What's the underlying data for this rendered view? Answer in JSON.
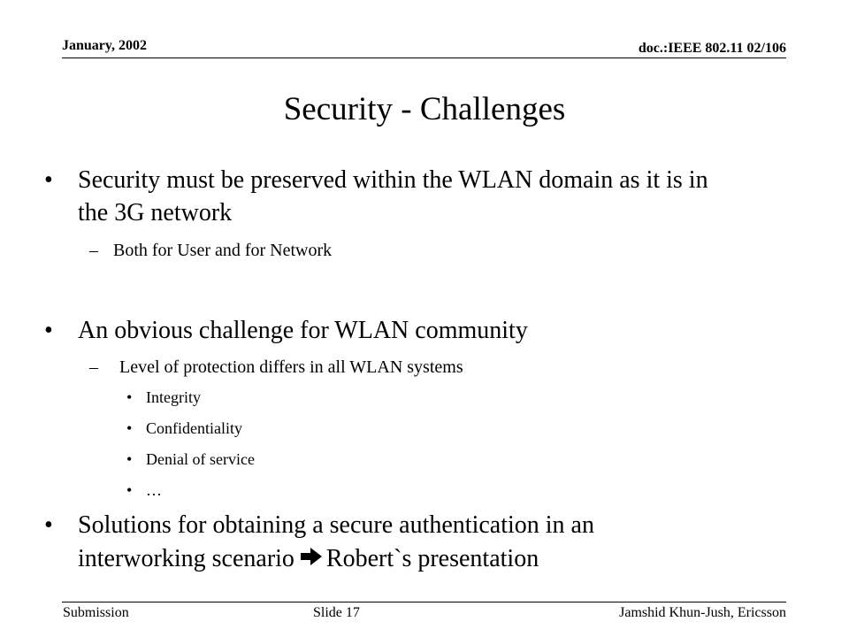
{
  "header": {
    "date": "January, 2002",
    "doc_id": "doc.:IEEE 802.11 02/106"
  },
  "title": "Security - Challenges",
  "body": {
    "b1": {
      "marker": "•",
      "line1": "Security must be preserved within the WLAN domain as it is in",
      "line2": "the 3G network",
      "sub1": {
        "marker": "–",
        "text": "Both for User and for Network"
      }
    },
    "b2": {
      "marker": "•",
      "text": "An obvious challenge for WLAN community",
      "sub1": {
        "marker": "–",
        "text": "Level of protection differs in all WLAN systems"
      },
      "items": [
        {
          "marker": "•",
          "text": "Integrity"
        },
        {
          "marker": "•",
          "text": "Confidentiality"
        },
        {
          "marker": "•",
          "text": "Denial of service"
        },
        {
          "marker": "•",
          "text": "…"
        }
      ]
    },
    "b3": {
      "marker": "•",
      "line1": "Solutions for obtaining a secure authentication in an",
      "line2_pre": "interworking scenario",
      "arrow_icon": "right-arrow-icon",
      "line2_post": "Robert`s presentation"
    }
  },
  "footer": {
    "left": "Submission",
    "center": "Slide 17",
    "right": "Jamshid Khun-Jush, Ericsson"
  }
}
